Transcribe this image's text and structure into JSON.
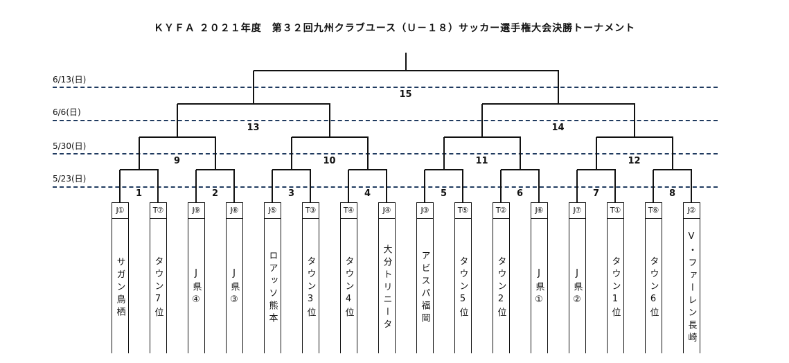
{
  "title": "ＫＹＦＡ ２０２１年度　第３２回九州クラブユース（Ｕ－１８）サッカー選手権大会決勝トーナメント",
  "rounds": [
    {
      "date": "6/13(日)"
    },
    {
      "date": "6/6(日)"
    },
    {
      "date": "5/30(日)"
    },
    {
      "date": "5/23(日)"
    }
  ],
  "matches": [
    "1",
    "2",
    "3",
    "4",
    "5",
    "6",
    "7",
    "8",
    "9",
    "10",
    "11",
    "12",
    "13",
    "14",
    "15"
  ],
  "teams": [
    {
      "seed": "J①",
      "name": "サガン鳥栖"
    },
    {
      "seed": "T⑦",
      "name": "タウン7位"
    },
    {
      "seed": "J⑨",
      "name": "J県④"
    },
    {
      "seed": "J⑧",
      "name": "J県③"
    },
    {
      "seed": "J⑤",
      "name": "ロアッソ熊本"
    },
    {
      "seed": "T③",
      "name": "タウン3位"
    },
    {
      "seed": "T④",
      "name": "タウン4位"
    },
    {
      "seed": "J④",
      "name": "大分トリニータ"
    },
    {
      "seed": "J③",
      "name": "アビスパ福岡"
    },
    {
      "seed": "T⑤",
      "name": "タウン5位"
    },
    {
      "seed": "T②",
      "name": "タウン2位"
    },
    {
      "seed": "J⑥",
      "name": "J県①"
    },
    {
      "seed": "J⑦",
      "name": "J県②"
    },
    {
      "seed": "T①",
      "name": "タウン1位"
    },
    {
      "seed": "T⑥",
      "name": "タウン6位"
    },
    {
      "seed": "J②",
      "name": "V・ファーレン長崎"
    }
  ]
}
